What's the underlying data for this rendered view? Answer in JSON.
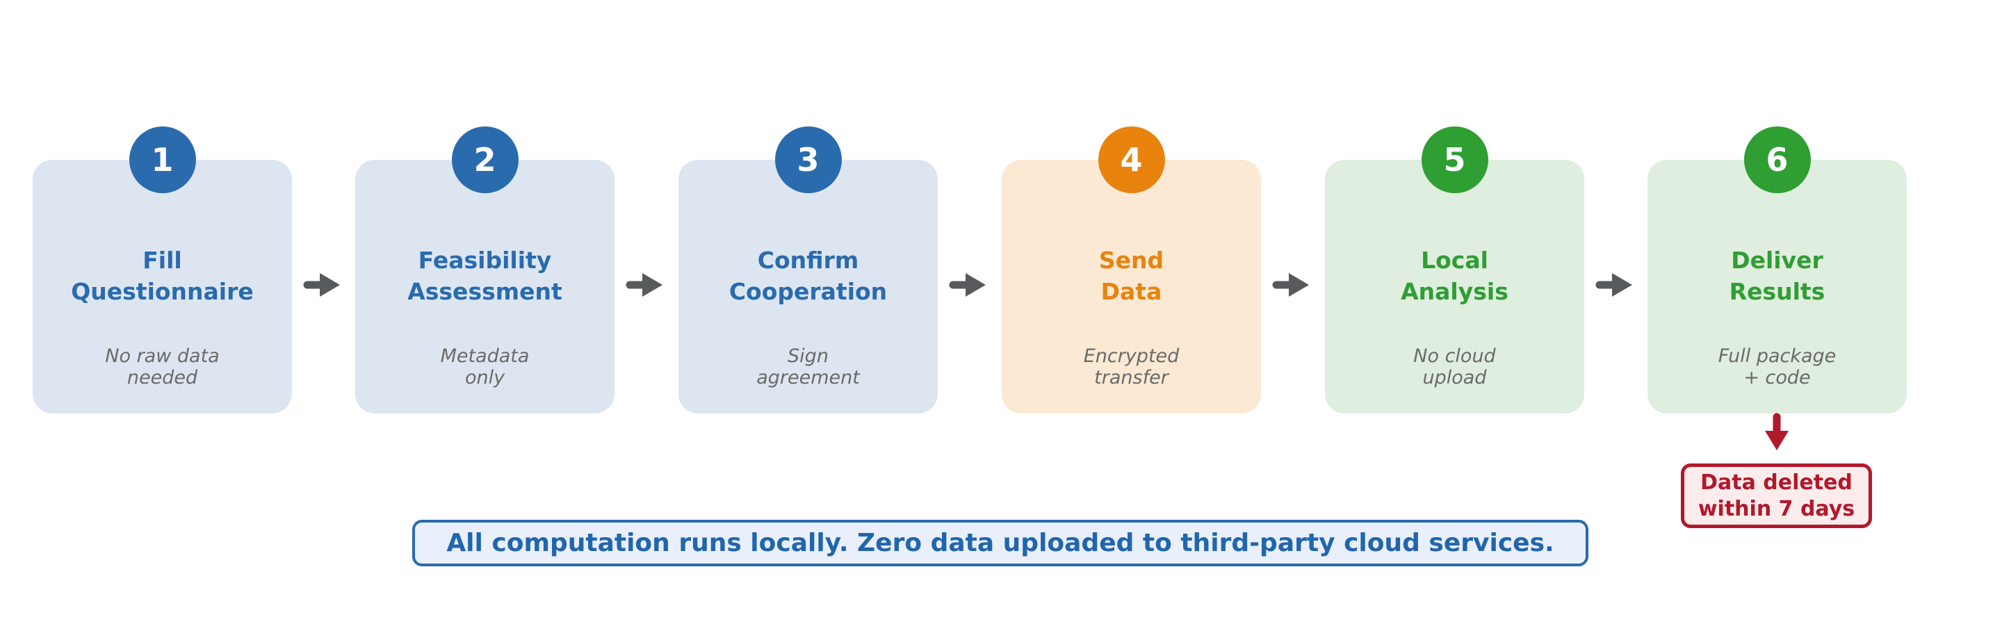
{
  "steps": [
    {
      "number": "1",
      "title": "Fill\nQuestionnaire",
      "subtitle": "No raw data\nneeded",
      "accent_color": "#2a6bae",
      "box_color": "#dde6f0"
    },
    {
      "number": "2",
      "title": "Feasibility\nAssessment",
      "subtitle": "Metadata\nonly",
      "accent_color": "#2a6bae",
      "box_color": "#dde6f0"
    },
    {
      "number": "3",
      "title": "Confirm\nCooperation",
      "subtitle": "Sign\nagreement",
      "accent_color": "#2a6bae",
      "box_color": "#dde6f0"
    },
    {
      "number": "4",
      "title": "Send\nData",
      "subtitle": "Encrypted\ntransfer",
      "accent_color": "#e8830d",
      "box_color": "#fbe9d4"
    },
    {
      "number": "5",
      "title": "Local\nAnalysis",
      "subtitle": "No cloud\nupload",
      "accent_color": "#2f9e33",
      "box_color": "#dfeede"
    },
    {
      "number": "6",
      "title": "Deliver\nResults",
      "subtitle": "Full package\n+ code",
      "accent_color": "#2f9e33",
      "box_color": "#dfeede"
    }
  ],
  "flow_arrow": {
    "color": "#58595b"
  },
  "deletion_note": {
    "text": "Data deleted\nwithin 7 days",
    "color": "#b2182b",
    "background": "#fdecec"
  },
  "banner": {
    "text": "All computation runs locally. Zero data uploaded to third-party cloud services.",
    "text_color": "#2166ac",
    "border_color": "#2a6bae",
    "background": "#e9effb"
  }
}
